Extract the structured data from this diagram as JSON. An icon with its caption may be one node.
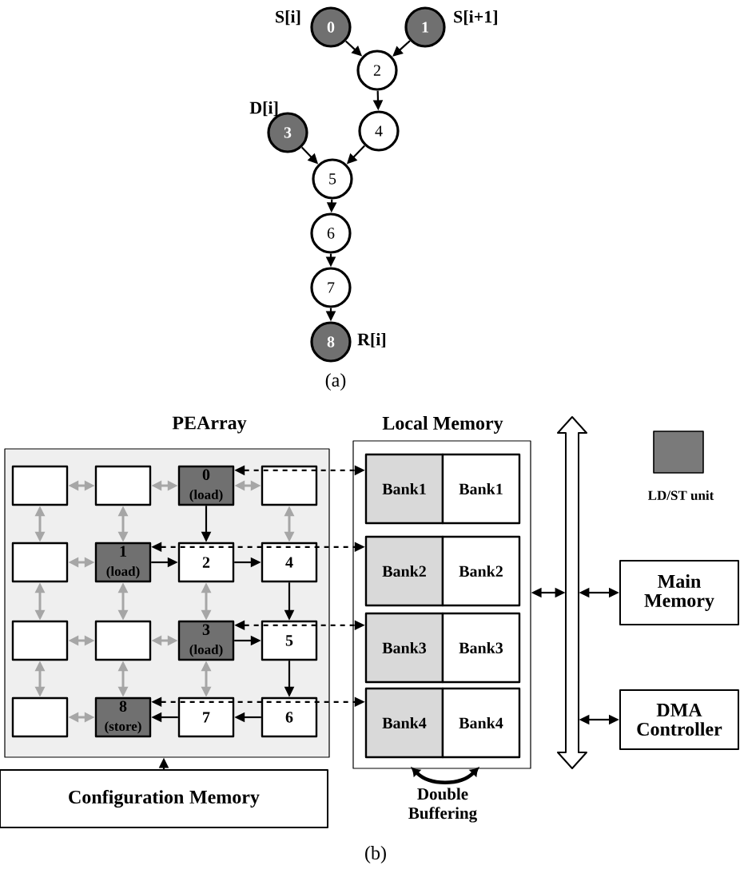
{
  "diagram": {
    "nodes": [
      {
        "text": [
          "0"
        ],
        "beside": [
          "S[i]"
        ]
      },
      {
        "text": [
          "1"
        ],
        "beside": [
          "S[i+1]"
        ]
      },
      {
        "text": [
          "2"
        ]
      },
      {
        "text": [
          "3"
        ],
        "beside": [
          "D[i]"
        ]
      },
      {
        "text": [
          "4"
        ]
      },
      {
        "text": [
          "5"
        ]
      },
      {
        "text": [
          "6"
        ]
      },
      {
        "text": [
          "7"
        ]
      },
      {
        "text": [
          "8"
        ],
        "beside": [
          "R[i]"
        ]
      },
      {
        "text": [
          "PEArray"
        ]
      },
      {
        "text": [],
        "shape": "box",
        "in": 9
      },
      {
        "text": [],
        "shape": "box",
        "in": 9
      },
      {
        "text": [
          "0",
          "(load)"
        ],
        "in": 9
      },
      {
        "text": [],
        "shape": "box",
        "in": 9
      },
      {
        "text": [],
        "shape": "box",
        "in": 9
      },
      {
        "text": [
          "1",
          "(load)"
        ],
        "in": 9
      },
      {
        "text": [
          "2"
        ],
        "in": 9
      },
      {
        "text": [
          "4"
        ],
        "in": 9
      },
      {
        "text": [],
        "shape": "box",
        "in": 9
      },
      {
        "text": [],
        "shape": "box",
        "in": 9
      },
      {
        "text": [
          "3",
          "(load)"
        ],
        "in": 9
      },
      {
        "text": [
          "5"
        ],
        "in": 9
      },
      {
        "text": [],
        "shape": "box",
        "in": 9
      },
      {
        "text": [
          "8",
          "(store)"
        ],
        "in": 9
      },
      {
        "text": [
          "7"
        ],
        "in": 9
      },
      {
        "text": [
          "6"
        ],
        "in": 9
      },
      {
        "text": [
          "Local Memory"
        ]
      },
      {
        "text": [
          "Bank1"
        ],
        "in": 26
      },
      {
        "text": [
          "Bank1"
        ],
        "in": 26
      },
      {
        "text": [
          "Bank2"
        ],
        "in": 26
      },
      {
        "text": [
          "Bank2"
        ],
        "in": 26
      },
      {
        "text": [
          "Bank3"
        ],
        "in": 26
      },
      {
        "text": [
          "Bank3"
        ],
        "in": 26
      },
      {
        "text": [
          "Bank4"
        ],
        "in": 26
      },
      {
        "text": [
          "Bank4"
        ],
        "in": 26
      },
      {
        "text": [],
        "shape": "arrow"
      },
      {
        "text": [
          "Main Memory"
        ]
      },
      {
        "text": [
          "DMA Controller"
        ]
      },
      {
        "text": [
          "Configuration Memory"
        ]
      }
    ],
    "edges": [
      {
        "from": 0,
        "to": 2,
        "arrow": "to"
      },
      {
        "from": 1,
        "to": 2,
        "arrow": "to"
      },
      {
        "from": 2,
        "to": 4,
        "arrow": "to"
      },
      {
        "from": 3,
        "to": 5,
        "arrow": "to"
      },
      {
        "from": 4,
        "to": 5,
        "arrow": "to"
      },
      {
        "from": 5,
        "to": 6,
        "arrow": "to"
      },
      {
        "from": 6,
        "to": 7,
        "arrow": "to"
      },
      {
        "from": 7,
        "to": 8,
        "arrow": "to"
      },
      {
        "from": 12,
        "to": 16,
        "arrow": "to"
      },
      {
        "from": 15,
        "to": 16,
        "arrow": "to"
      },
      {
        "from": 16,
        "to": 17,
        "arrow": "to"
      },
      {
        "from": 17,
        "to": 21,
        "arrow": "to"
      },
      {
        "from": 20,
        "to": 21,
        "arrow": "to"
      },
      {
        "from": 21,
        "to": 25,
        "arrow": "to"
      },
      {
        "from": 25,
        "to": 24,
        "arrow": "to"
      },
      {
        "from": 24,
        "to": 23,
        "arrow": "to"
      },
      {
        "from": 10,
        "to": 11,
        "arrow": "both",
        "color": "#a6a6a6"
      },
      {
        "from": 11,
        "to": 12,
        "arrow": "both",
        "color": "#a6a6a6"
      },
      {
        "from": 12,
        "to": 13,
        "arrow": "both",
        "color": "#a6a6a6"
      },
      {
        "from": 14,
        "to": 15,
        "arrow": "both",
        "color": "#a6a6a6"
      },
      {
        "from": 18,
        "to": 19,
        "arrow": "both",
        "color": "#a6a6a6"
      },
      {
        "from": 19,
        "to": 20,
        "arrow": "both",
        "color": "#a6a6a6"
      },
      {
        "from": 22,
        "to": 23,
        "arrow": "both",
        "color": "#a6a6a6"
      },
      {
        "from": 10,
        "to": 14,
        "arrow": "both",
        "color": "#a6a6a6"
      },
      {
        "from": 14,
        "to": 18,
        "arrow": "both",
        "color": "#a6a6a6"
      },
      {
        "from": 18,
        "to": 22,
        "arrow": "both",
        "color": "#a6a6a6"
      },
      {
        "from": 11,
        "to": 15,
        "arrow": "both",
        "color": "#a6a6a6"
      },
      {
        "from": 15,
        "to": 19,
        "arrow": "both",
        "color": "#a6a6a6"
      },
      {
        "from": 19,
        "to": 23,
        "arrow": "both",
        "color": "#a6a6a6"
      },
      {
        "from": 16,
        "to": 20,
        "arrow": "both",
        "color": "#a6a6a6"
      },
      {
        "from": 20,
        "to": 24,
        "arrow": "both",
        "color": "#a6a6a6"
      },
      {
        "from": 13,
        "to": 17,
        "arrow": "both",
        "color": "#a6a6a6"
      },
      {
        "from": 12,
        "to": 27,
        "arrow": "both",
        "style": "dashed"
      },
      {
        "from": 15,
        "to": 29,
        "arrow": "both",
        "style": "dashed"
      },
      {
        "from": 20,
        "to": 31,
        "arrow": "both",
        "style": "dashed"
      },
      {
        "from": 23,
        "to": 33,
        "arrow": "both",
        "style": "dashed"
      },
      {
        "from": 38,
        "to": 9,
        "arrow": "to"
      },
      {
        "from": 26,
        "to": 35,
        "arrow": "both"
      },
      {
        "from": 35,
        "to": 36,
        "arrow": "both"
      },
      {
        "from": 35,
        "to": 37,
        "arrow": "both"
      }
    ],
    "labels": [
      "(a)",
      "Double Buffering",
      "(b)"
    ],
    "legend": [
      {
        "text": "LD/ST unit",
        "color": "#7a7a7a"
      }
    ]
  }
}
